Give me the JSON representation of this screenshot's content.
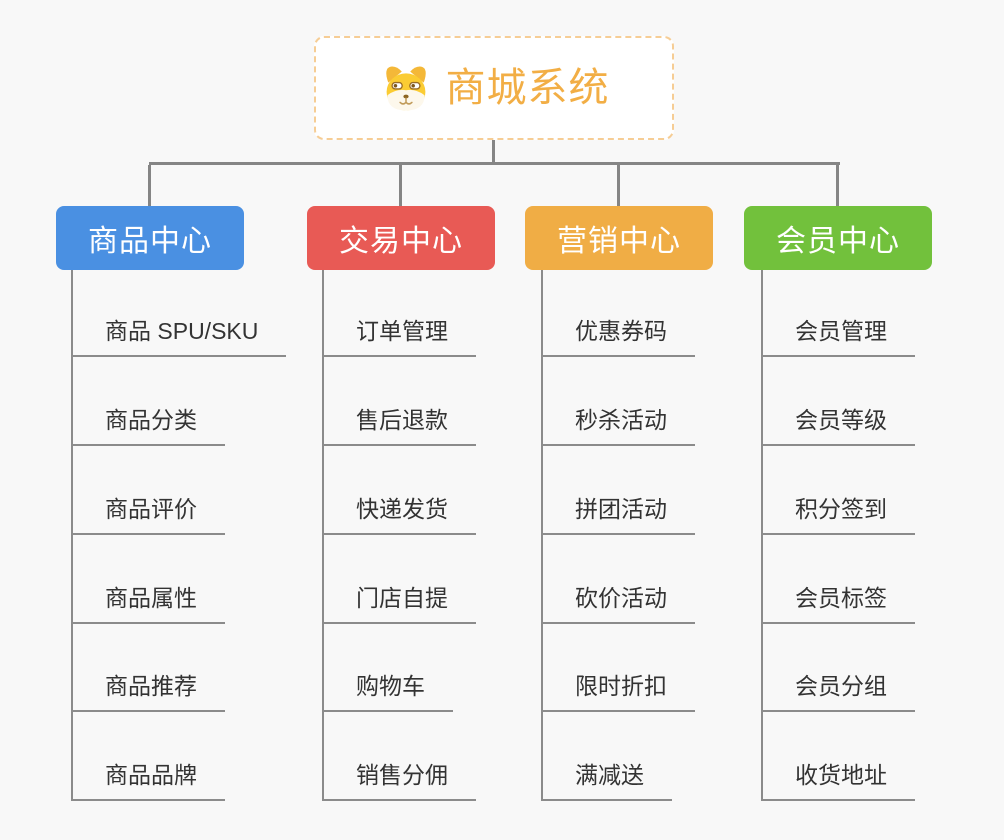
{
  "root": {
    "title": "商城系统",
    "icon": "dog-face-icon",
    "title_color": "#f2ae45",
    "border_color": "#f6cd95",
    "background": "#ffffff"
  },
  "connector_color": "#858585",
  "leaf_line_color": "#8b8b8b",
  "leaf_text_color": "#333333",
  "canvas_background": "#f8f8f8",
  "branches": [
    {
      "label": "商品中心",
      "color": "#4a90e2",
      "items": [
        "商品 SPU/SKU",
        "商品分类",
        "商品评价",
        "商品属性",
        "商品推荐",
        "商品品牌"
      ]
    },
    {
      "label": "交易中心",
      "color": "#e85a55",
      "items": [
        "订单管理",
        "售后退款",
        "快递发货",
        "门店自提",
        "购物车",
        "销售分佣"
      ]
    },
    {
      "label": "营销中心",
      "color": "#f0ad45",
      "items": [
        "优惠券码",
        "秒杀活动",
        "拼团活动",
        "砍价活动",
        "限时折扣",
        "满减送"
      ]
    },
    {
      "label": "会员中心",
      "color": "#72c13c",
      "items": [
        "会员管理",
        "会员等级",
        "积分签到",
        "会员标签",
        "会员分组",
        "收货地址"
      ]
    }
  ]
}
